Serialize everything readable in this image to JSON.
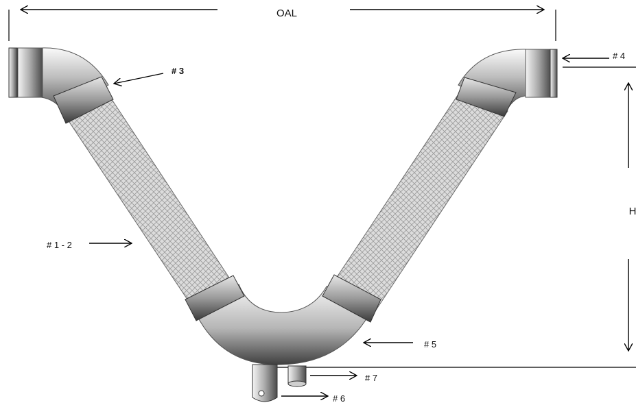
{
  "diagram": {
    "labels": {
      "oal": "OAL",
      "h": "H",
      "part_1_2": "# 1 - 2",
      "part_3": "# 3",
      "part_4": "# 4",
      "part_5": "# 5",
      "part_6": "# 6",
      "part_7": "# 7"
    },
    "colors": {
      "line": "#000000",
      "braid": "#d9d9d9",
      "metal_light": "#f2f2f2",
      "metal_dark": "#5a5a5a"
    }
  }
}
